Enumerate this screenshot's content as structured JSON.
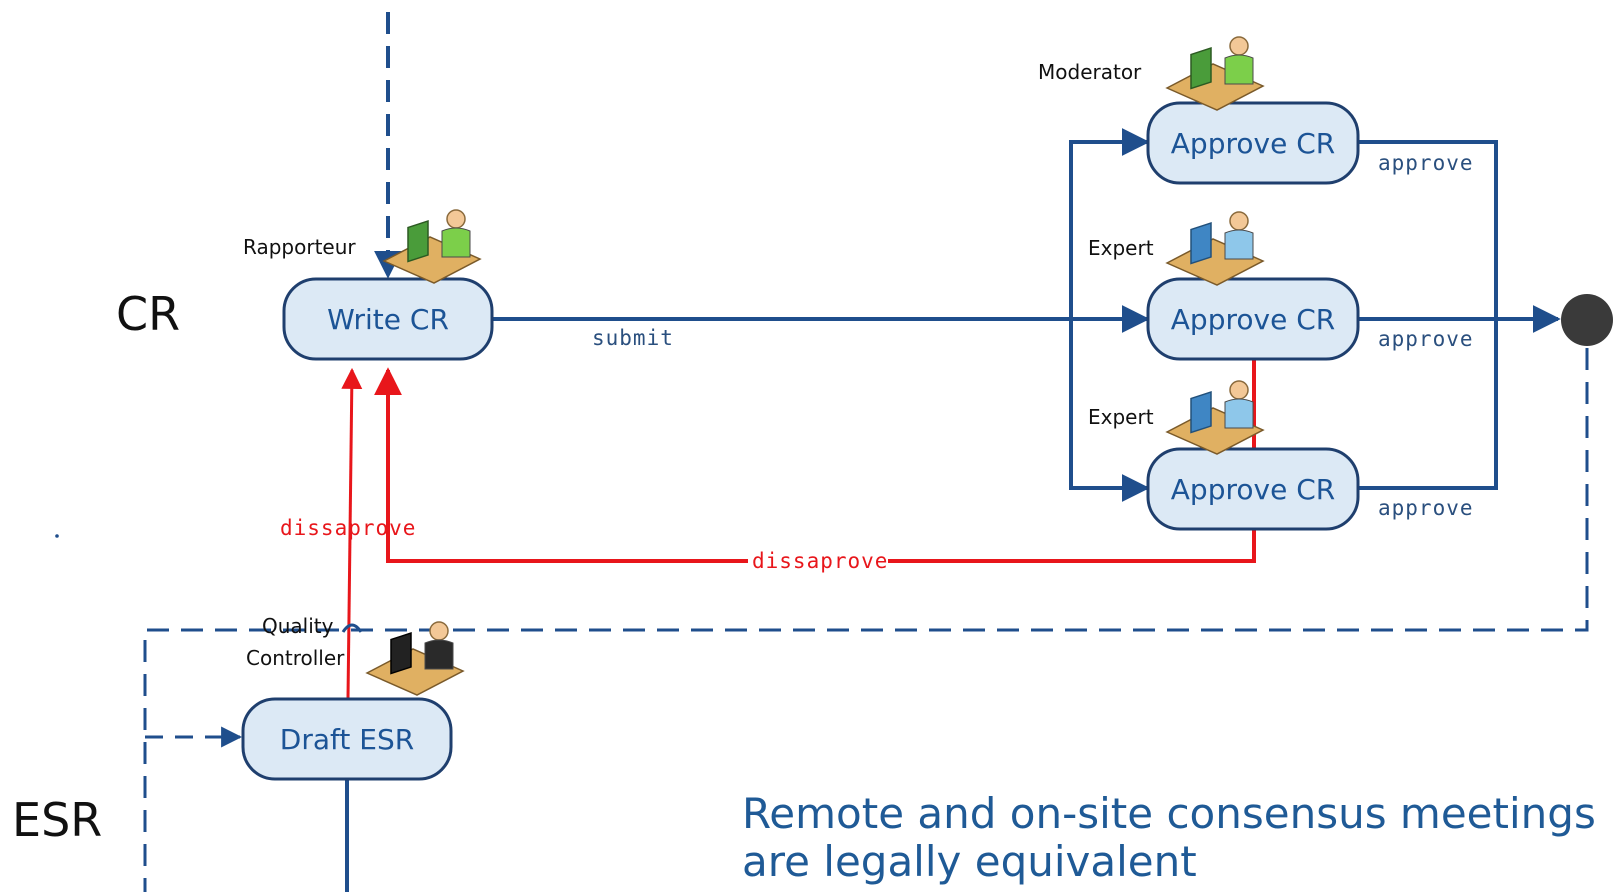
{
  "lanes": {
    "cr": "CR",
    "esr": "ESR"
  },
  "nodes": {
    "write_cr": "Write CR",
    "approve_cr_1": "Approve CR",
    "approve_cr_2": "Approve CR",
    "approve_cr_3": "Approve CR",
    "draft_esr": "Draft ESR"
  },
  "roles": {
    "moderator": "Moderator",
    "rapporteur": "Rapporteur",
    "expert_1": "Expert",
    "expert_2": "Expert",
    "quality": "Quality",
    "controller": "Controller"
  },
  "edges": {
    "submit": "submit",
    "approve_1": "approve",
    "approve_2": "approve",
    "approve_3": "approve",
    "dissaprove_vertical": "dissaprove",
    "dissaprove_horizontal": "dissaprove"
  },
  "note": {
    "line1": "Remote and on-site consensus meetings",
    "line2": "are legally equivalent"
  },
  "colors": {
    "flow": "#1f4e8c",
    "reject": "#e8161b",
    "node_fill": "#dce9f5",
    "node_border": "#1f3f6e"
  }
}
